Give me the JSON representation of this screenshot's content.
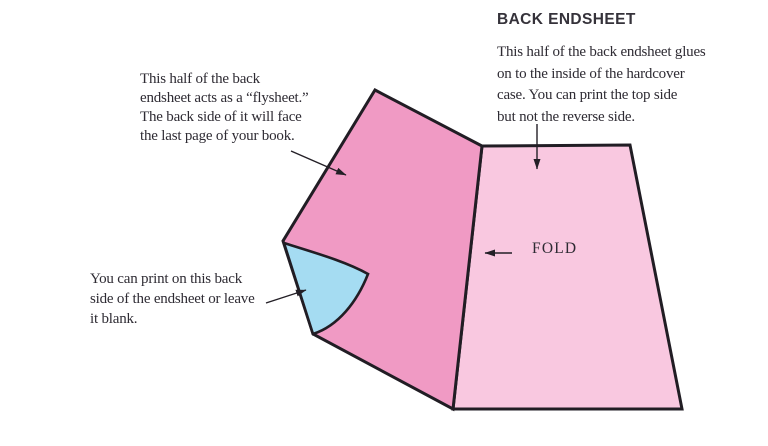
{
  "title": "BACK ENDSHEET",
  "fold_label": "FOLD",
  "annotations": {
    "glue_side": {
      "lines": [
        "This half of the back endsheet glues",
        "on to the inside of the hardcover",
        "case. You can print the top side",
        "but not the reverse side."
      ]
    },
    "flysheet": {
      "lines": [
        "This half of the back",
        "endsheet acts as a “flysheet.”",
        "The back side of it will face",
        "the last page of your book."
      ]
    },
    "back_side": {
      "lines": [
        "You can print on this back",
        "side of the endsheet or leave",
        "it blank."
      ]
    }
  },
  "colors": {
    "flysheet_pink": "#f09ac4",
    "endsheet_pink": "#f9c8e0",
    "curl_blue": "#a5dcf2",
    "outline": "#211d24",
    "arrow": "#231f26"
  }
}
